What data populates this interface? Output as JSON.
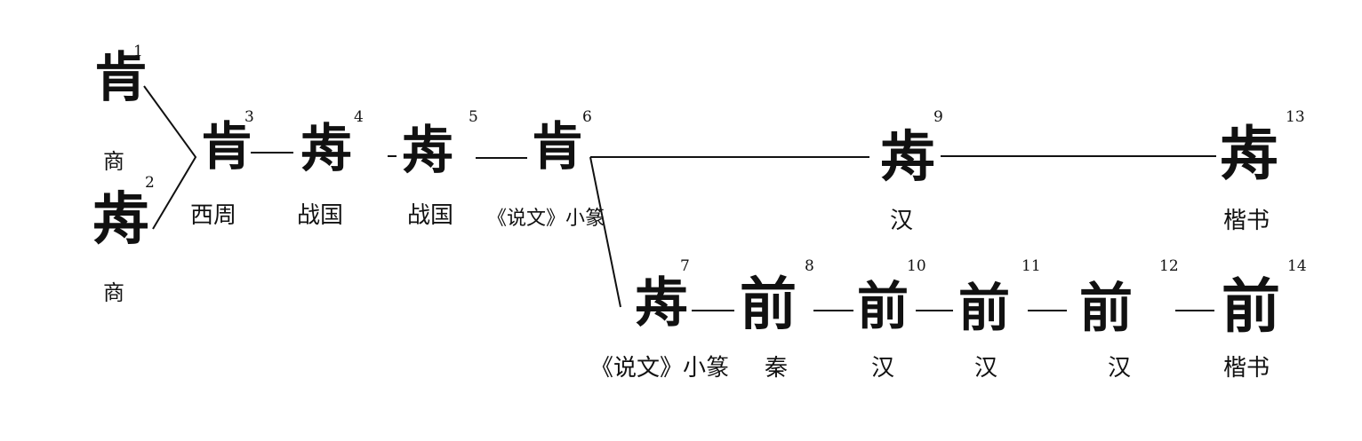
{
  "nodes": [
    {
      "number": "1",
      "glyph": "肯",
      "label": "商"
    },
    {
      "number": "2",
      "glyph": "歬",
      "label": "商"
    },
    {
      "number": "3",
      "glyph": "肯",
      "label": "西周"
    },
    {
      "number": "4",
      "glyph": "歬",
      "label": "战国"
    },
    {
      "number": "5",
      "glyph": "歬",
      "label": "战国"
    },
    {
      "number": "6",
      "glyph": "肯",
      "label": "《说文》小篆"
    },
    {
      "number": "7",
      "glyph": "歬",
      "label": "《说文》小篆"
    },
    {
      "number": "8",
      "glyph": "前",
      "label": "秦"
    },
    {
      "number": "9",
      "glyph": "歬",
      "label": "汉"
    },
    {
      "number": "10",
      "glyph": "前",
      "label": "汉"
    },
    {
      "number": "11",
      "glyph": "前",
      "label": "汉"
    },
    {
      "number": "12",
      "glyph": "前",
      "label": "汉"
    },
    {
      "number": "13",
      "glyph": "歬",
      "label": "楷书"
    },
    {
      "number": "14",
      "glyph": "前",
      "label": "楷书"
    }
  ]
}
